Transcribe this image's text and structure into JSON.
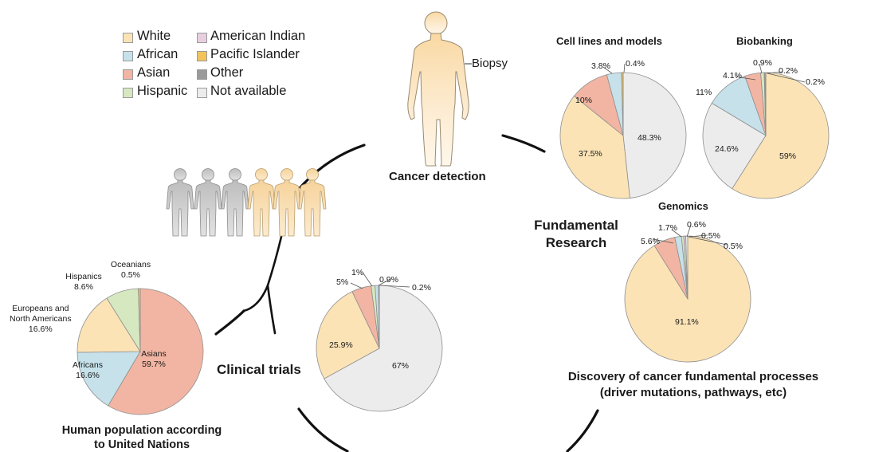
{
  "colors": {
    "White": "#fbe3b6",
    "African": "#c6e1ea",
    "Asian": "#f2b5a3",
    "Hispanic": "#d6e8c0",
    "American Indian": "#e8cfe0",
    "Pacific Islander": "#f0c35c",
    "Other": "#9a9a9a",
    "Not available": "#ececec"
  },
  "legend": [
    "White",
    "African",
    "Asian",
    "Hispanic",
    "American Indian",
    "Pacific Islander",
    "Other",
    "Not available"
  ],
  "labels": {
    "biopsy": "Biopsy",
    "cancer_detection": "Cancer detection",
    "cell_lines": "Cell lines and models",
    "biobanking": "Biobanking",
    "genomics": "Genomics",
    "fundamental_research": "Fundamental\nResearch",
    "discovery": "Discovery of cancer fundamental processes\n(driver mutations, pathways, etc)",
    "clinical_trials": "Clinical trials",
    "human_population": "Human population according\nto United Nations"
  },
  "chart_data": [
    {
      "type": "pie",
      "id": "cell_lines",
      "title": "Cell lines and models",
      "slices": [
        {
          "category": "Not available",
          "value": 48.3,
          "label": "48.3%"
        },
        {
          "category": "White",
          "value": 37.5,
          "label": "37.5%"
        },
        {
          "category": "Asian",
          "value": 10,
          "label": "10%"
        },
        {
          "category": "African",
          "value": 3.8,
          "label": "3.8%"
        },
        {
          "category": "Pacific Islander",
          "value": 0.4,
          "label": "0.4%"
        }
      ]
    },
    {
      "type": "pie",
      "id": "biobanking",
      "title": "Biobanking",
      "slices": [
        {
          "category": "White",
          "value": 59,
          "label": "59%"
        },
        {
          "category": "Not available",
          "value": 24.6,
          "label": "24.6%"
        },
        {
          "category": "African",
          "value": 11,
          "label": "11%"
        },
        {
          "category": "Asian",
          "value": 4.1,
          "label": "4.1%"
        },
        {
          "category": "Hispanic",
          "value": 0.9,
          "label": "0.9%"
        },
        {
          "category": "Pacific Islander",
          "value": 0.2,
          "label": "0.2%"
        },
        {
          "category": "American Indian",
          "value": 0.2,
          "label": "0.2%"
        }
      ]
    },
    {
      "type": "pie",
      "id": "genomics",
      "title": "Genomics",
      "slices": [
        {
          "category": "White",
          "value": 91.1,
          "label": "91.1%"
        },
        {
          "category": "Asian",
          "value": 5.6,
          "label": "5.6%"
        },
        {
          "category": "African",
          "value": 1.7,
          "label": "1.7%"
        },
        {
          "category": "Hispanic",
          "value": 0.6,
          "label": "0.6%"
        },
        {
          "category": "American Indian",
          "value": 0.5,
          "label": "0.5%"
        },
        {
          "category": "Not available",
          "value": 0.5,
          "label": "0.5%"
        }
      ]
    },
    {
      "type": "pie",
      "id": "clinical_trials",
      "title": "Clinical trials",
      "slices": [
        {
          "category": "Not available",
          "value": 67,
          "label": "67%"
        },
        {
          "category": "White",
          "value": 25.9,
          "label": "25.9%"
        },
        {
          "category": "Asian",
          "value": 5,
          "label": "5%"
        },
        {
          "category": "Hispanic",
          "value": 1,
          "label": "1%"
        },
        {
          "category": "African",
          "value": 0.9,
          "label": "0.9%"
        },
        {
          "category": "Other",
          "value": 0.2,
          "label": "0.2%"
        }
      ]
    },
    {
      "type": "pie",
      "id": "un_population",
      "title": "Human population according to United Nations",
      "slices": [
        {
          "category": "Asian",
          "value": 59.7,
          "label": "Asians\n59.7%"
        },
        {
          "category": "African",
          "value": 16.6,
          "label": "Africans\n16.6%"
        },
        {
          "category": "White",
          "value": 16.6,
          "label": "Europeans and\nNorth Americans\n16.6%"
        },
        {
          "category": "Hispanic",
          "value": 8.6,
          "label": "Hispanics\n8.6%"
        },
        {
          "category": "Pacific Islander",
          "value": 0.5,
          "label": "Oceanians\n0.5%"
        }
      ]
    }
  ]
}
